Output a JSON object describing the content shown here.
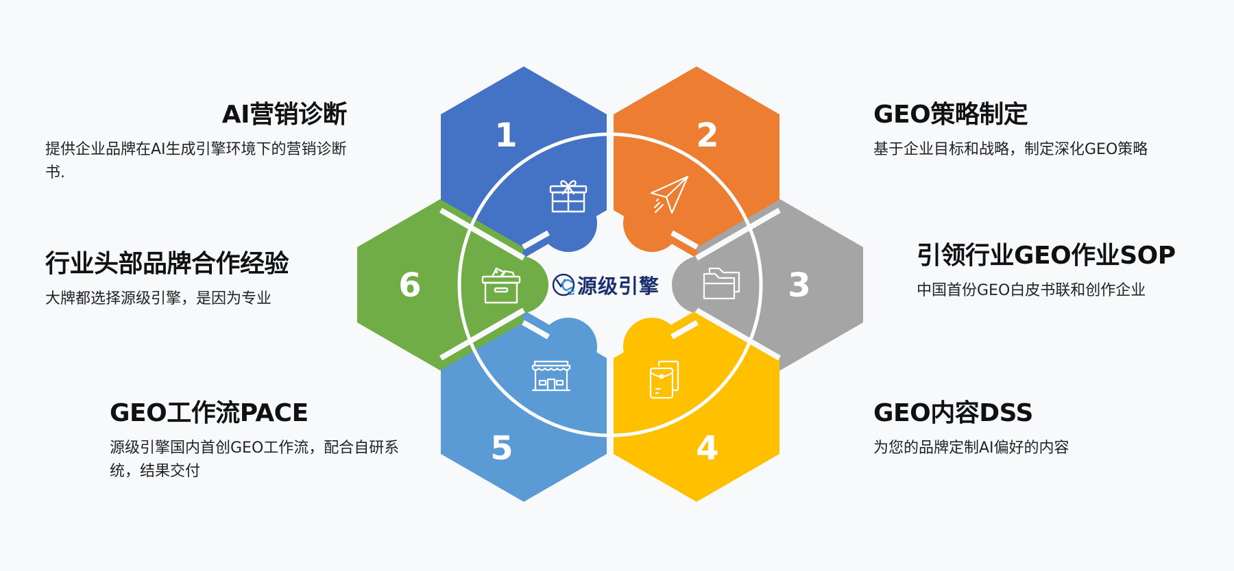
{
  "colors": {
    "background": "#f8f9fb",
    "hex_1": "#4472c4",
    "hex_2": "#ed7d31",
    "hex_3": "#a5a5a5",
    "hex_4": "#ffc000",
    "hex_5": "#5b9bd5",
    "hex_6": "#70ad47",
    "ring": "#ffffff",
    "logo_text": "#1a2f6e"
  },
  "center": {
    "logo_mark": "YG",
    "brand_name": "源级引擎"
  },
  "hexagons": [
    {
      "number": "1",
      "icon": "gift-icon"
    },
    {
      "number": "2",
      "icon": "paper-plane-icon"
    },
    {
      "number": "3",
      "icon": "folder-icon"
    },
    {
      "number": "4",
      "icon": "envelope-document-icon"
    },
    {
      "number": "5",
      "icon": "storefront-icon"
    },
    {
      "number": "6",
      "icon": "archive-box-icon"
    }
  ],
  "items": [
    {
      "number": "1",
      "title": "AI营销诊断",
      "description": "提供企业品牌在AI生成引擎环境下的营销诊断书."
    },
    {
      "number": "2",
      "title": "GEO策略制定",
      "description": "基于企业目标和战略，制定深化GEO策略"
    },
    {
      "number": "3",
      "title": "引领行业GEO作业SOP",
      "description": "中国首份GEO白皮书联和创作企业"
    },
    {
      "number": "4",
      "title": "GEO内容DSS",
      "description": "为您的品牌定制AI偏好的内容"
    },
    {
      "number": "5",
      "title": "GEO工作流PACE",
      "description": "源级引擎国内首创GEO工作流，配合自研系统，结果交付"
    },
    {
      "number": "6",
      "title": "行业头部品牌合作经验",
      "description": "大牌都选择源级引擎，是因为专业"
    }
  ]
}
